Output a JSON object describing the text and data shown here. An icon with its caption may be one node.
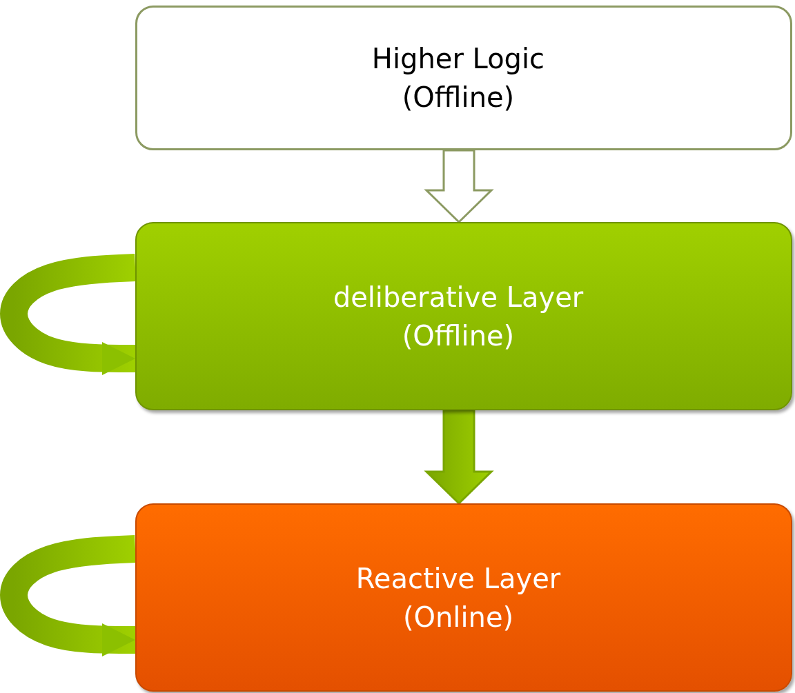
{
  "diagram": {
    "nodes": [
      {
        "text": [
          "Higher Logic (Offline)"
        ]
      },
      {
        "text": [
          "deliberative Layer (Offline)"
        ]
      },
      {
        "text": [
          "Reactive Layer (Online)"
        ]
      }
    ],
    "edges": [
      {
        "from": 0,
        "to": 1,
        "arrow": "to",
        "color": "#8c9a62"
      },
      {
        "from": 1,
        "to": 1,
        "arrow": "to"
      },
      {
        "from": 1,
        "to": 2,
        "arrow": "to"
      },
      {
        "from": 2,
        "to": 2,
        "arrow": "to"
      }
    ]
  }
}
